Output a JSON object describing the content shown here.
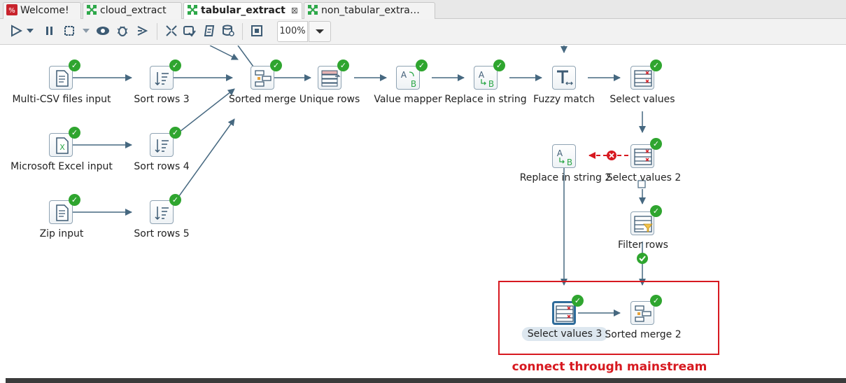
{
  "tabs": [
    {
      "label": "Welcome!",
      "icon": "welcome-icon"
    },
    {
      "label": "cloud_extract",
      "icon": "transformation-icon"
    },
    {
      "label": "tabular_extract",
      "icon": "transformation-icon",
      "active": true
    },
    {
      "label": "non_tabular_extra…",
      "icon": "transformation-icon"
    }
  ],
  "toolbar": {
    "zoom": "100%",
    "buttons": [
      "run-icon",
      "run-dropdown-icon",
      "pause-icon",
      "stop-icon",
      "stop-dropdown-icon",
      "preview-icon",
      "debug-icon",
      "replay-icon",
      "verify-icon",
      "impact-icon",
      "sql-icon",
      "explore-db-icon",
      "show-results-icon"
    ]
  },
  "steps": {
    "multi_csv": "Multi-CSV files input",
    "excel": "Microsoft Excel input",
    "zip": "Zip input",
    "sort3": "Sort rows 3",
    "sort4": "Sort rows 4",
    "sort5": "Sort rows 5",
    "sorted_merge": "Sorted merge",
    "unique_rows": "Unique rows",
    "value_mapper": "Value mapper",
    "replace_in_string": "Replace in string",
    "fuzzy_match": "Fuzzy match",
    "select_values": "Select values",
    "replace_in_string_2": "Replace in string 2",
    "select_values_2": "Select values 2",
    "filter_rows": "Filter rows",
    "select_values_3": "Select values 3",
    "sorted_merge_2": "Sorted merge 2"
  },
  "annotation": "connect through mainstream",
  "colors": {
    "annotation": "#d71920",
    "hop": "#466880",
    "check": "#2fa52f",
    "disabled_hop": "#d71920"
  }
}
